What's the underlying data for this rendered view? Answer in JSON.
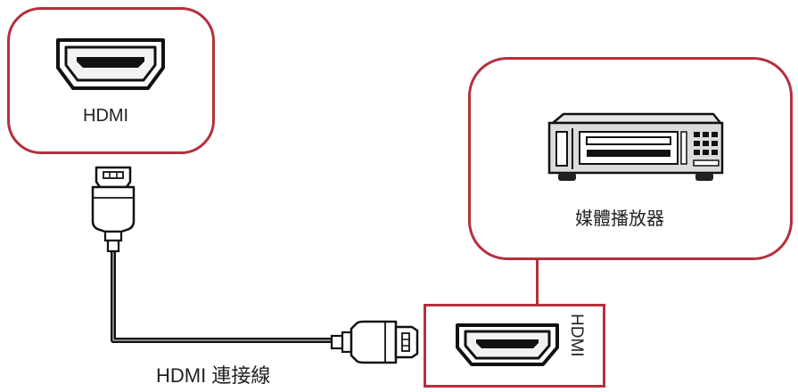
{
  "display": {
    "port_label": "HDMI"
  },
  "player": {
    "label": "媒體播放器"
  },
  "input_port": {
    "label": "HDMI"
  },
  "cable": {
    "label": "HDMI 連接線"
  },
  "colors": {
    "accent": "#b5303d",
    "line": "#111111",
    "port_fill": "#f2f2f2"
  },
  "icons": [
    "hdmi-port-icon",
    "hdmi-plug-icon",
    "media-player-icon"
  ]
}
